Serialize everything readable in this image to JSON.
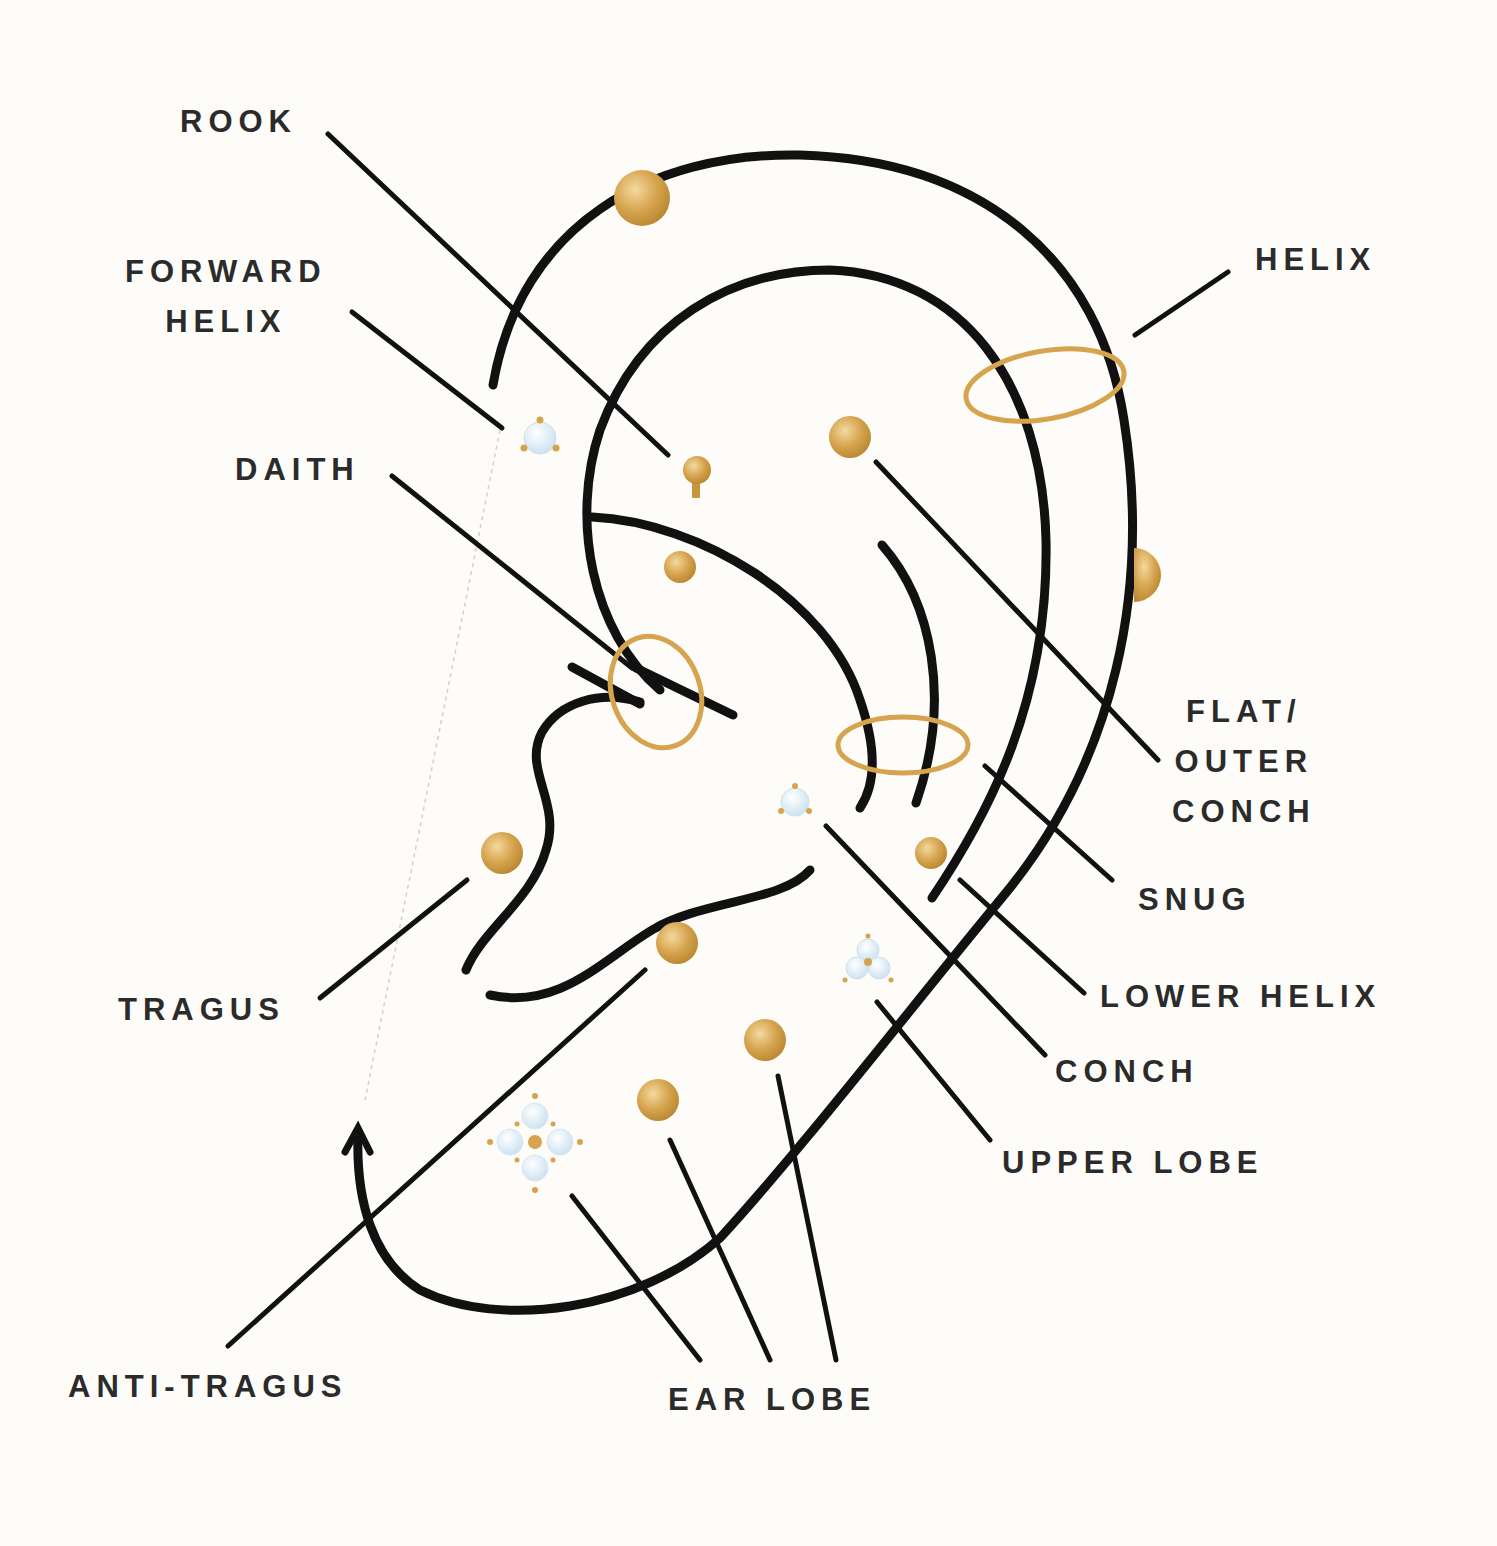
{
  "diagram": {
    "labels": [
      "ROOK",
      "FORWARD HELIX",
      "DAITH",
      "TRAGUS",
      "ANTI-TRAGUS",
      "HELIX",
      "FLAT/ OUTER CONCH",
      "SNUG",
      "LOWER HELIX",
      "CONCH",
      "UPPER LOBE",
      "EAR LOBE"
    ]
  }
}
